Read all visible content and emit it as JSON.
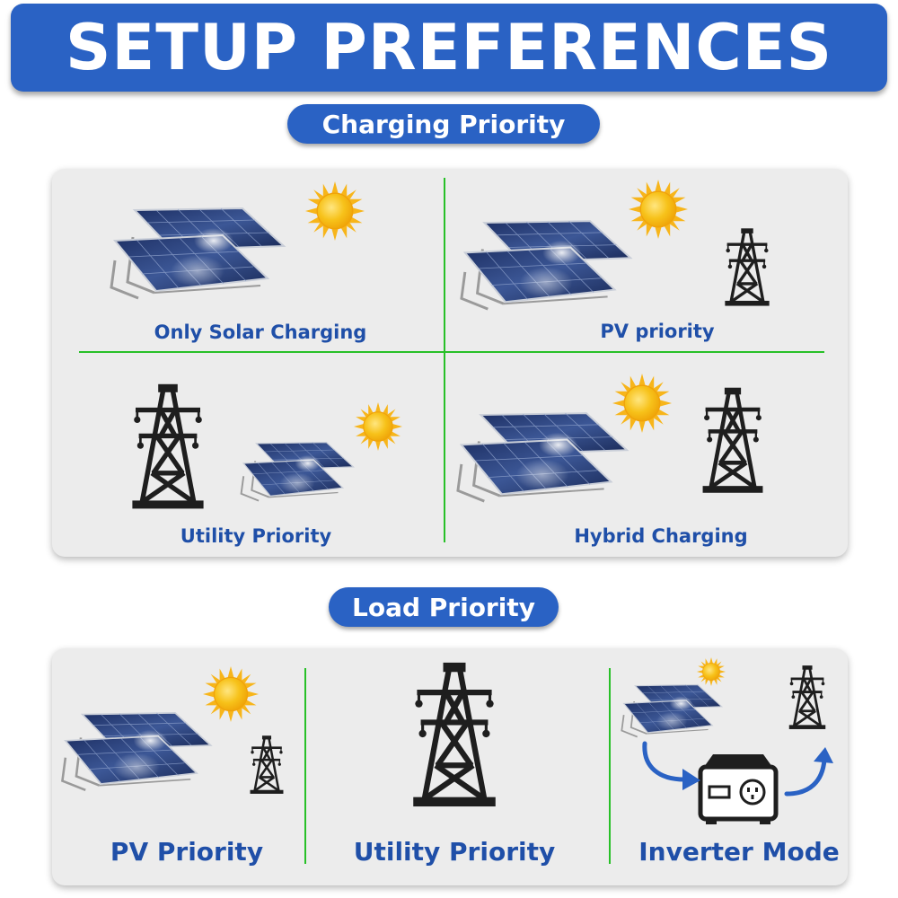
{
  "header": {
    "title": "SETUP PREFERENCES"
  },
  "charging": {
    "section_title": "Charging Priority",
    "options": [
      {
        "label": "Only Solar Charging",
        "icons": [
          "solar-panel-icon",
          "sun-icon"
        ]
      },
      {
        "label": "PV priority",
        "icons": [
          "solar-panel-icon",
          "sun-icon",
          "power-tower-icon"
        ]
      },
      {
        "label": "Utility Priority",
        "icons": [
          "power-tower-icon",
          "solar-panel-icon",
          "sun-icon"
        ]
      },
      {
        "label": "Hybrid Charging",
        "icons": [
          "solar-panel-icon",
          "sun-icon",
          "power-tower-icon"
        ]
      }
    ]
  },
  "load": {
    "section_title": "Load Priority",
    "options": [
      {
        "label": "PV Priority",
        "icons": [
          "solar-panel-icon",
          "sun-icon",
          "power-tower-icon"
        ]
      },
      {
        "label": "Utility Priority",
        "icons": [
          "power-tower-icon"
        ]
      },
      {
        "label": "Inverter Mode",
        "icons": [
          "solar-panel-icon",
          "sun-icon",
          "power-tower-icon",
          "inverter-icon",
          "arrow-icon"
        ]
      }
    ]
  },
  "colors": {
    "brand_blue": "#2a62c4",
    "label_blue": "#1f4fa8",
    "divider_green": "#27c027",
    "panel_bg": "#ececec",
    "sun_yellow": "#f7c21a"
  }
}
